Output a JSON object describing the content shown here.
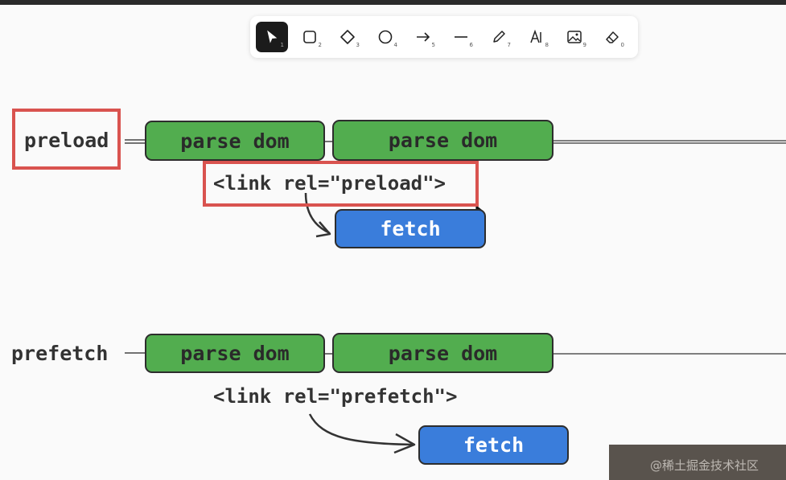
{
  "toolbar": {
    "tools": [
      {
        "name": "selection",
        "icon": "pointer-icon",
        "key": "1",
        "active": true
      },
      {
        "name": "rectangle",
        "icon": "rectangle-icon",
        "key": "2"
      },
      {
        "name": "diamond",
        "icon": "diamond-icon",
        "key": "3"
      },
      {
        "name": "ellipse",
        "icon": "ellipse-icon",
        "key": "4"
      },
      {
        "name": "arrow",
        "icon": "arrow-icon",
        "key": "5"
      },
      {
        "name": "line",
        "icon": "line-icon",
        "key": "6"
      },
      {
        "name": "draw",
        "icon": "pencil-icon",
        "key": "7"
      },
      {
        "name": "text",
        "icon": "text-icon",
        "key": "8"
      },
      {
        "name": "image",
        "icon": "image-icon",
        "key": "9"
      },
      {
        "name": "eraser",
        "icon": "eraser-icon",
        "key": "0"
      }
    ]
  },
  "canvas": {
    "preload": {
      "label": "preload",
      "box1": "parse dom",
      "box2": "parse dom",
      "link": "<link rel=\"preload\">",
      "fetch": "fetch"
    },
    "prefetch": {
      "label": "prefetch",
      "box1": "parse dom",
      "box2": "parse dom",
      "link": "<link rel=\"prefetch\">",
      "fetch": "fetch"
    }
  },
  "colors": {
    "parse_box": "#52ad4f",
    "fetch_box": "#3a7ddb",
    "highlight": "#d9534f",
    "stroke": "#2d2d2d"
  },
  "watermark": "@稀土掘金技术社区"
}
